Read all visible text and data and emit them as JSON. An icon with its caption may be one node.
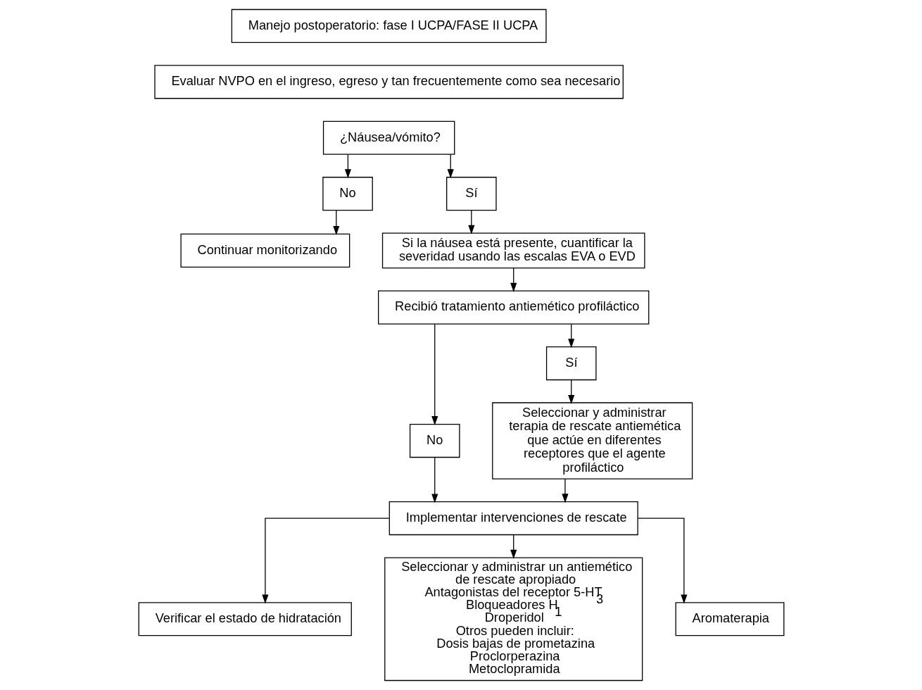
{
  "diagram": {
    "nodes": [
      {
        "text": [
          "Manejo postoperatorio: fase I UCPA/FASE II UCPA"
        ]
      },
      {
        "text": [
          "Evaluar NVPO en el ingreso, egreso y tan frecuentemente como sea necesario"
        ]
      },
      {
        "text": [
          "¿Náusea/vómito?"
        ]
      },
      {
        "text": [
          "No"
        ]
      },
      {
        "text": [
          "Sí"
        ]
      },
      {
        "text": [
          "Continuar monitorizando"
        ]
      },
      {
        "text": [
          "Si la náusea está presente, cuantificar la severidad usando las escalas EVA o EVD"
        ]
      },
      {
        "text": [
          "Recibió tratamiento antiemético profiláctico"
        ]
      },
      {
        "text": [
          "No"
        ]
      },
      {
        "text": [
          "Sí"
        ]
      },
      {
        "text": [
          "Seleccionar y administrar terapia de rescate antiemética que actúe en diferentes receptores que el agente profiláctico"
        ]
      },
      {
        "text": [
          "Implementar intervenciones de rescate"
        ]
      },
      {
        "text": [
          "Verificar el estado de hidratación"
        ]
      },
      {
        "text": [
          "Seleccionar y administrar un antiemético de rescate apropiado",
          "Antagonistas del receptor 5-HT$_{3}$",
          "Bloqueadores H$_{1}$",
          "Droperidol",
          "Otros pueden incluir:",
          "Dosis bajas de prometazina",
          "Proclorperazina",
          "Metoclopramida"
        ]
      },
      {
        "text": [
          "Aromaterapia"
        ]
      }
    ],
    "edges": [
      {
        "from": 2,
        "to": 3,
        "arrow": "to"
      },
      {
        "from": 2,
        "to": 4,
        "arrow": "to"
      },
      {
        "from": 3,
        "to": 5,
        "arrow": "to"
      },
      {
        "from": 4,
        "to": 6,
        "arrow": "to"
      },
      {
        "from": 6,
        "to": 7,
        "arrow": "to"
      },
      {
        "from": 7,
        "to": 8,
        "arrow": "to"
      },
      {
        "from": 7,
        "to": 9,
        "arrow": "to"
      },
      {
        "from": 9,
        "to": 10,
        "arrow": "to"
      },
      {
        "from": 8,
        "to": 11,
        "arrow": "to"
      },
      {
        "from": 10,
        "to": 11,
        "arrow": "to"
      },
      {
        "from": 11,
        "to": 12,
        "arrow": "to"
      },
      {
        "from": 11,
        "to": 13,
        "arrow": "to"
      },
      {
        "from": 11,
        "to": 14,
        "arrow": "to"
      }
    ]
  }
}
